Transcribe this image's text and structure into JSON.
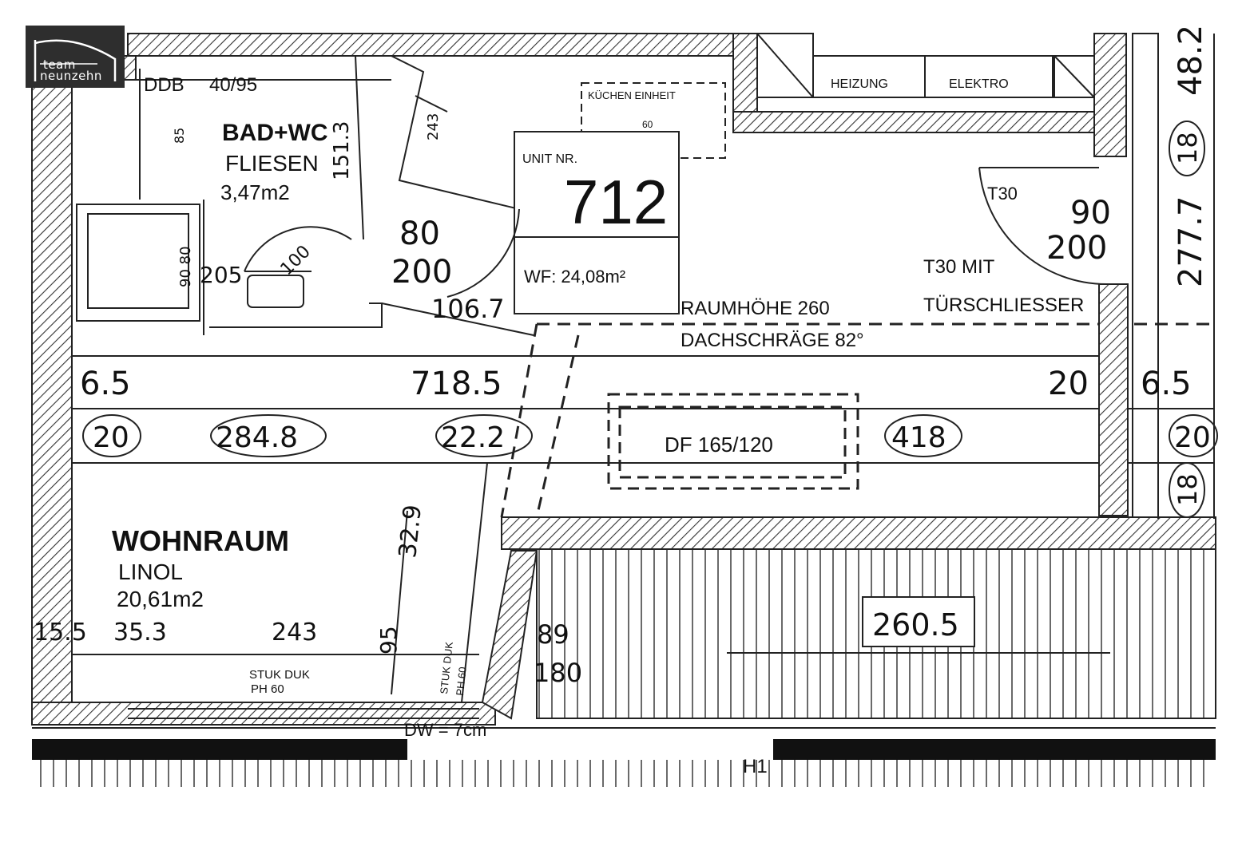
{
  "logo": {
    "line1": "team",
    "line2": "neunzehn"
  },
  "unit": {
    "label": "UNIT NR.",
    "number": "712",
    "area": "WF: 24,08m²"
  },
  "rooms": {
    "bath": {
      "name": "BAD+WC",
      "floor": "FLIESEN",
      "area": "3,47m2"
    },
    "living": {
      "name": "WOHNRAUM",
      "floor": "LINOL",
      "area": "20,61m2"
    }
  },
  "labels": {
    "ddb": "DDB",
    "ddb_size": "40/95",
    "kitchen": "KÜCHEN EINHEIT",
    "kitchen_sub": "60",
    "heating": "HEIZUNG",
    "elektro": "ELEKTRO",
    "t30": "T30",
    "t30_closer_1": "T30 MIT",
    "t30_closer_2": "TÜRSCHLIESSER",
    "room_height": "RAUMHÖHE 260",
    "roof_slope": "DACHSCHRÄGE 82°",
    "roof_window": "DF 165/120",
    "stuk_duk": "STUK DUK",
    "ph": "PH 60",
    "stuk_duk_side": "STUK DUK",
    "ph_side": "PH 60",
    "dw": "DW = 7cm",
    "h1": "H1"
  },
  "dimensions": {
    "bath_width": "151.3",
    "niche": "243",
    "door_80": "80",
    "door_200": "200",
    "door_100": "100",
    "d205": "205",
    "d106_7": "106.7",
    "d85": "85",
    "d90_80": "90 80",
    "entry_90": "90",
    "entry_200": "200",
    "d6_5_left": "6.5",
    "d718_5": "718.5",
    "d20_right": "20",
    "d6_5_right": "6.5",
    "c20_left": "20",
    "c284_8": "284.8",
    "c22_2": "22.2",
    "c418": "418",
    "c20_right": "20",
    "c18_top": "18",
    "c18_bottom": "18",
    "v277_7": "277.7",
    "v48": "48.2",
    "d32_9": "32.9",
    "d15_5": "15.5",
    "d35_3": "35.3",
    "d243_bottom": "243",
    "d95": "95",
    "d89": "89",
    "d180": "180",
    "d260_5": "260.5"
  }
}
